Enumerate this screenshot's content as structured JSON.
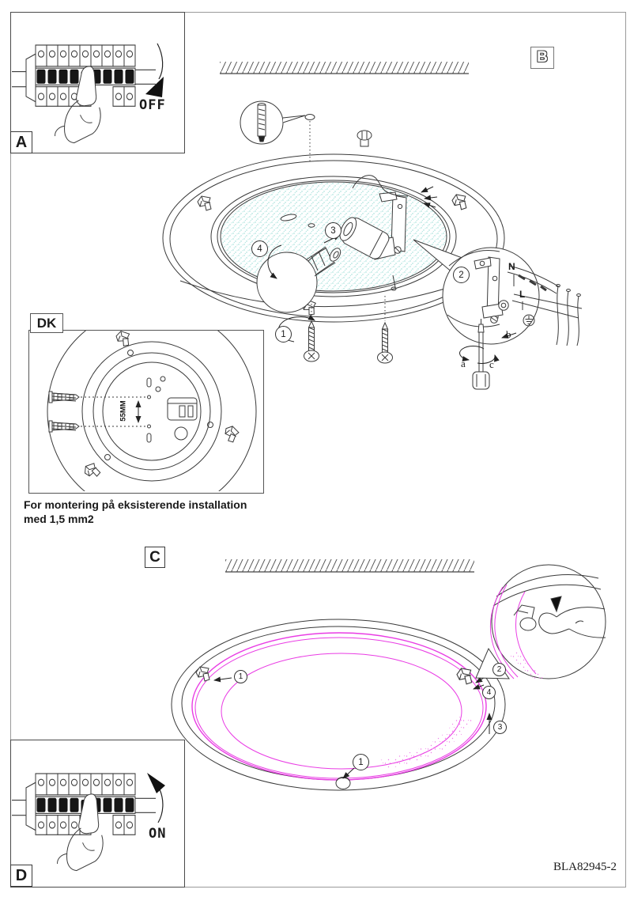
{
  "page": {
    "code": "BLA82945-2"
  },
  "colors": {
    "magenta": "#e93ce4",
    "stipple_cyan": "#8fd8d2",
    "line": "#3a3a3a"
  },
  "panel_a": {
    "label": "A",
    "action": "OFF"
  },
  "panel_b": {
    "label": "B",
    "step1": "1",
    "step2": "2",
    "step3": "3",
    "step4": "4",
    "terminal": {
      "n": "N",
      "l": "L"
    },
    "screwdriver": {
      "a": "a",
      "b": "b",
      "c": "c"
    }
  },
  "dk": {
    "label": "DK",
    "dimension": "55MM",
    "caption_line1": "For montering på  eksisterende installation",
    "caption_line2": "med 1,5 mm2"
  },
  "panel_c": {
    "label": "C",
    "step1": "1",
    "step1b": "1",
    "step2": "2",
    "step3": "3",
    "step4": "4"
  },
  "panel_d": {
    "label": "D",
    "action": "ON"
  }
}
